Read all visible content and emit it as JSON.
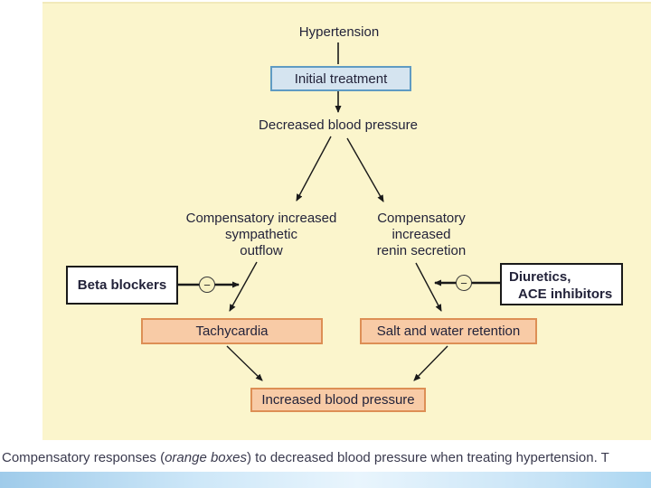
{
  "diagram": {
    "hypertension": "Hypertension",
    "initial_treatment": "Initial treatment",
    "decreased_bp": "Decreased blood pressure",
    "sympathetic": {
      "line1": "Compensatory increased",
      "line2": "sympathetic",
      "line3": "outflow"
    },
    "renin": {
      "line1": "Compensatory",
      "line2": "increased",
      "line3": "renin secretion"
    },
    "beta_blockers": "Beta blockers",
    "diuretics": {
      "line1": "Diuretics,",
      "line2": "ACE inhibitors"
    },
    "tachycardia": "Tachycardia",
    "salt_water": "Salt and water retention",
    "increased_bp": "Increased blood pressure",
    "minus_symbol": "−"
  },
  "caption": {
    "part1": "Compensatory responses (",
    "italic": "orange boxes",
    "part2": ") to decreased blood pressure when treating hypertension. T"
  },
  "colors": {
    "panel_bg": "#FBF5CC",
    "treatment_fill": "#D5E4F0",
    "treatment_border": "#5F9BC3",
    "orange_fill": "#F8CBA6",
    "orange_border": "#DD8F55",
    "white_box_border": "#1A1A1A",
    "minus_circle_fill": "#F7F1C2",
    "arrow": "#1A1A1A",
    "accent_bar_blue": "#ABD6F1"
  }
}
